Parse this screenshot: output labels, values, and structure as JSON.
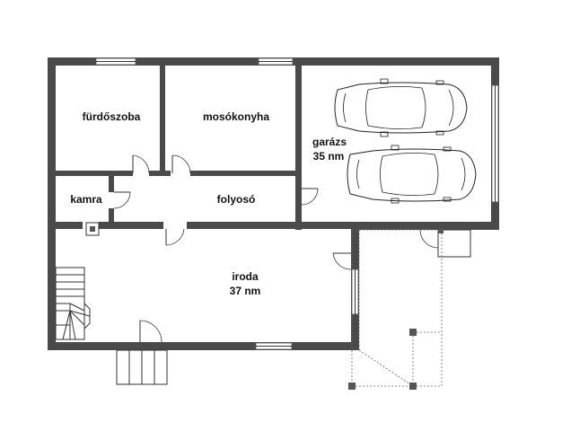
{
  "rooms": {
    "furdoszoba": {
      "name": "fürdőszoba"
    },
    "mosokonyha": {
      "name": "mosókonyha"
    },
    "garazs": {
      "name": "garázs",
      "area": "35 nm"
    },
    "kamra": {
      "name": "kamra"
    },
    "folyoso": {
      "name": "folyosó"
    },
    "iroda": {
      "name": "iroda",
      "area": "37 nm"
    }
  },
  "colors": {
    "wall": "#4a4a4a",
    "line": "#333333",
    "background": "#ffffff"
  },
  "icons": [
    "car-icon",
    "staircase-icon",
    "door-swing-icon"
  ]
}
